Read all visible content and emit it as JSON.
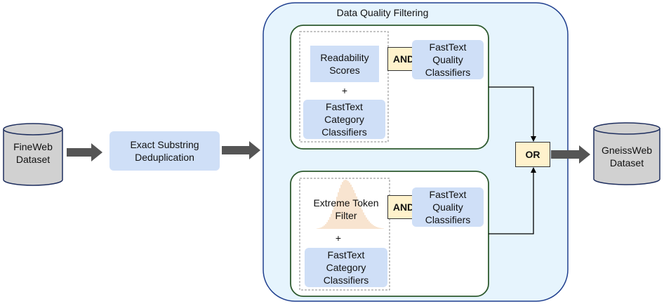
{
  "title": "Data Quality Filtering",
  "input_db": "FineWeb\nDataset",
  "dedup": "Exact Substring\nDeduplication",
  "output_db": "GneissWeb\nDataset",
  "or_label": "OR",
  "top_branch": {
    "filter": "Readability\nScores",
    "plus": "+",
    "category": "FastText\nCategory\nClassifiers",
    "and_label": "AND",
    "quality": "FastText\nQuality\nClassifiers"
  },
  "bottom_branch": {
    "filter": "Extreme Token\nFilter",
    "plus": "+",
    "category": "FastText\nCategory\nClassifiers",
    "and_label": "AND",
    "quality": "FastText\nQuality\nClassifiers"
  },
  "colors": {
    "panel_fill": "#e6f4fd",
    "panel_border": "#1f3f8f",
    "group_border": "#2e5a2e",
    "box_fill": "#cfdff7",
    "gate_fill": "#fff2cc",
    "db_fill": "#d1d1d1",
    "arrow": "#555555"
  }
}
